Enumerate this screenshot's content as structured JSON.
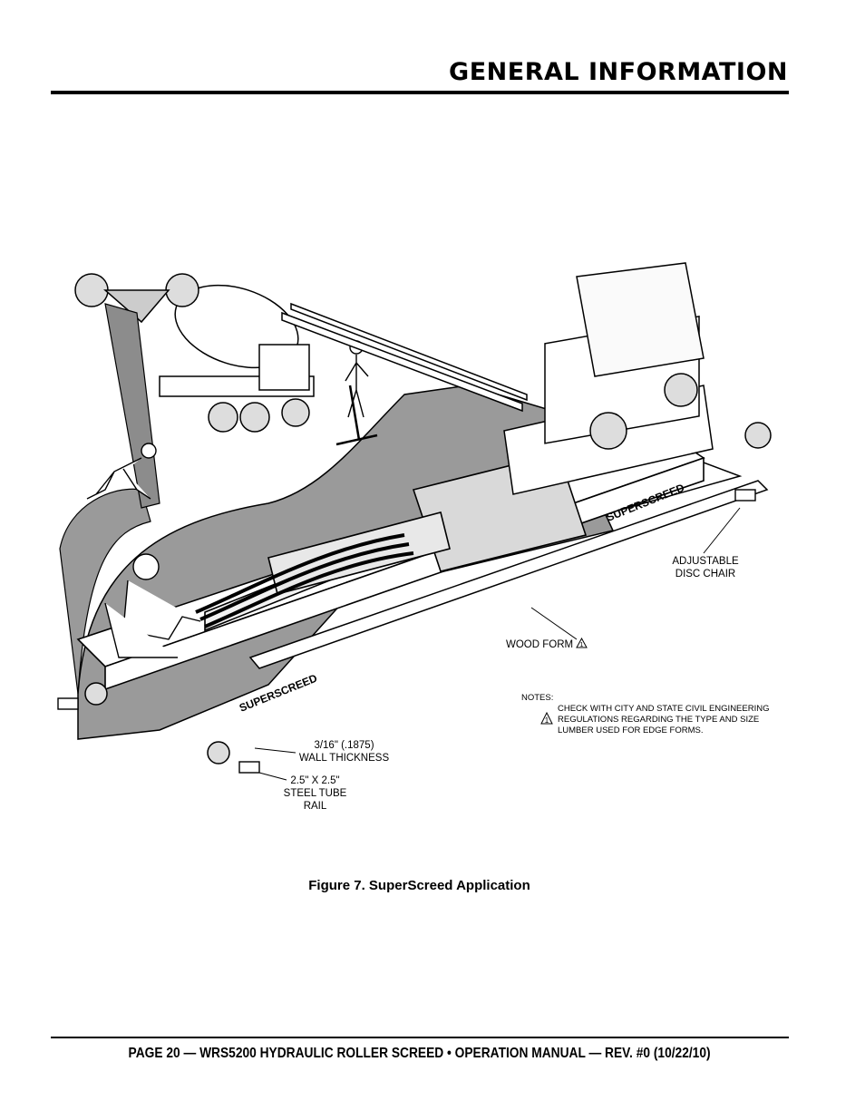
{
  "header": {
    "title": "GENERAL INFORMATION"
  },
  "figure": {
    "callouts": {
      "disc_chair": "ADJUSTABLE\nDISC CHAIR",
      "wood_form": "WOOD FORM",
      "wall_thickness_1": "3/16\" (.1875)",
      "wall_thickness_2": "WALL THICKNESS",
      "rail_1": "2.5\" X 2.5\"",
      "rail_2": "STEEL TUBE",
      "rail_3": "RAIL"
    },
    "brand_text": "SUPERSCREED",
    "notes": {
      "heading": "NOTES:",
      "body": "CHECK WITH CITY AND STATE CIVIL ENGINEERING REGULATIONS REGARDING THE TYPE AND SIZE LUMBER USED FOR EDGE FORMS."
    },
    "caption": "Figure 7. SuperScreed Application"
  },
  "footer": {
    "text": "PAGE 20 — WRS5200 HYDRAULIC ROLLER SCREED • OPERATION MANUAL — REV. #0 (10/22/10)"
  }
}
